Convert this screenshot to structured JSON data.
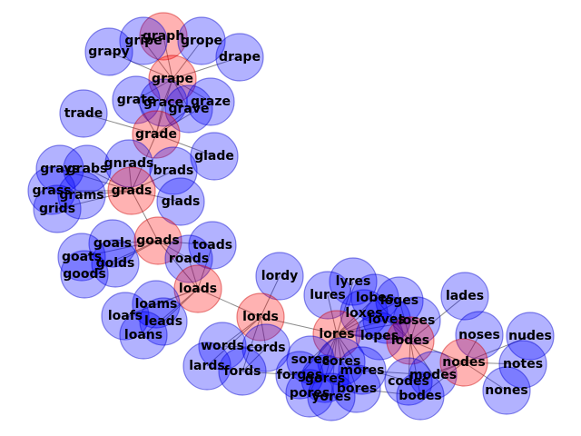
{
  "colors": {
    "path_node_fill": "#ff0000",
    "path_node_stroke": "#cc0000",
    "other_node_fill": "#0000ff",
    "other_node_stroke": "#0000cc",
    "node_opacity": 0.3,
    "edge": "#8c8c8c",
    "background": "#ffffff"
  },
  "nodes": [
    {
      "id": "graph",
      "label": "graph",
      "path": true
    },
    {
      "id": "gripe",
      "label": "gripe",
      "path": false
    },
    {
      "id": "grope",
      "label": "grope",
      "path": false
    },
    {
      "id": "grapy",
      "label": "grapy",
      "path": false
    },
    {
      "id": "drape",
      "label": "drape",
      "path": false
    },
    {
      "id": "grape",
      "label": "grape",
      "path": true
    },
    {
      "id": "grate",
      "label": "grate",
      "path": false
    },
    {
      "id": "grace",
      "label": "grace",
      "path": false
    },
    {
      "id": "graze",
      "label": "graze",
      "path": false
    },
    {
      "id": "grave",
      "label": "grave",
      "path": false
    },
    {
      "id": "trade",
      "label": "trade",
      "path": false
    },
    {
      "id": "grade",
      "label": "grade",
      "path": true
    },
    {
      "id": "glade",
      "label": "glade",
      "path": false
    },
    {
      "id": "brads",
      "label": "brads",
      "path": false
    },
    {
      "id": "grays",
      "label": "grays",
      "path": false
    },
    {
      "id": "grabs",
      "label": "grabs",
      "path": false
    },
    {
      "id": "gnrads",
      "label": "gnrads",
      "path": false
    },
    {
      "id": "grass",
      "label": "grass",
      "path": false
    },
    {
      "id": "grams",
      "label": "grams",
      "path": false
    },
    {
      "id": "grads",
      "label": "grads",
      "path": true
    },
    {
      "id": "grids",
      "label": "grids",
      "path": false
    },
    {
      "id": "glads",
      "label": "glads",
      "path": false
    },
    {
      "id": "goals",
      "label": "goals",
      "path": false
    },
    {
      "id": "goads",
      "label": "goads",
      "path": true
    },
    {
      "id": "toads",
      "label": "toads",
      "path": false
    },
    {
      "id": "goats",
      "label": "goats",
      "path": false
    },
    {
      "id": "golds",
      "label": "golds",
      "path": false
    },
    {
      "id": "roads",
      "label": "roads",
      "path": false
    },
    {
      "id": "goods",
      "label": "goods",
      "path": false
    },
    {
      "id": "loads",
      "label": "loads",
      "path": true
    },
    {
      "id": "lordy",
      "label": "lordy",
      "path": false
    },
    {
      "id": "loams",
      "label": "loams",
      "path": false
    },
    {
      "id": "loafs",
      "label": "loafs",
      "path": false
    },
    {
      "id": "leads",
      "label": "leads",
      "path": false
    },
    {
      "id": "loans",
      "label": "loans",
      "path": false
    },
    {
      "id": "lords",
      "label": "lords",
      "path": true
    },
    {
      "id": "words",
      "label": "words",
      "path": false
    },
    {
      "id": "cords",
      "label": "cords",
      "path": false
    },
    {
      "id": "lards",
      "label": "lards",
      "path": false
    },
    {
      "id": "fords",
      "label": "fords",
      "path": false
    },
    {
      "id": "lyres",
      "label": "lyres",
      "path": false
    },
    {
      "id": "lures",
      "label": "lures",
      "path": false
    },
    {
      "id": "lobes",
      "label": "lobes",
      "path": false
    },
    {
      "id": "loges",
      "label": "loges",
      "path": false
    },
    {
      "id": "lades",
      "label": "lades",
      "path": false
    },
    {
      "id": "loxes",
      "label": "loxes",
      "path": false
    },
    {
      "id": "loves",
      "label": "loves",
      "path": false
    },
    {
      "id": "loses",
      "label": "loses",
      "path": false
    },
    {
      "id": "lores",
      "label": "lores",
      "path": true
    },
    {
      "id": "lopes",
      "label": "lopes",
      "path": false
    },
    {
      "id": "lodes",
      "label": "lodes",
      "path": true
    },
    {
      "id": "noses",
      "label": "noses",
      "path": false
    },
    {
      "id": "nudes",
      "label": "nudes",
      "path": false
    },
    {
      "id": "sores",
      "label": "sores",
      "path": false
    },
    {
      "id": "cores",
      "label": "cores",
      "path": false
    },
    {
      "id": "forges",
      "label": "forges",
      "path": false
    },
    {
      "id": "mores",
      "label": "mores",
      "path": false
    },
    {
      "id": "modes",
      "label": "modes",
      "path": false
    },
    {
      "id": "nodes",
      "label": "nodes",
      "path": true
    },
    {
      "id": "notes",
      "label": "notes",
      "path": false
    },
    {
      "id": "gores",
      "label": "gores",
      "path": false
    },
    {
      "id": "pores",
      "label": "pores",
      "path": false
    },
    {
      "id": "bores",
      "label": "bores",
      "path": false
    },
    {
      "id": "codes",
      "label": "codes",
      "path": false
    },
    {
      "id": "yores",
      "label": "yores",
      "path": false
    },
    {
      "id": "bodes",
      "label": "bodes",
      "path": false
    },
    {
      "id": "nones",
      "label": "nones",
      "path": false
    }
  ],
  "edges": [
    [
      "graph",
      "grape"
    ],
    [
      "gripe",
      "grape"
    ],
    [
      "grope",
      "grape"
    ],
    [
      "grapy",
      "grape"
    ],
    [
      "drape",
      "grape"
    ],
    [
      "grape",
      "grate"
    ],
    [
      "grape",
      "grace"
    ],
    [
      "grape",
      "graze"
    ],
    [
      "grape",
      "grave"
    ],
    [
      "grape",
      "grade"
    ],
    [
      "grate",
      "grade"
    ],
    [
      "grace",
      "grade"
    ],
    [
      "graze",
      "grade"
    ],
    [
      "grave",
      "grade"
    ],
    [
      "trade",
      "grade"
    ],
    [
      "glade",
      "grade"
    ],
    [
      "grade",
      "grads"
    ],
    [
      "brads",
      "grads"
    ],
    [
      "gnrads",
      "grads"
    ],
    [
      "grays",
      "grads"
    ],
    [
      "grabs",
      "grads"
    ],
    [
      "grass",
      "grads"
    ],
    [
      "grams",
      "grads"
    ],
    [
      "grids",
      "grads"
    ],
    [
      "glads",
      "grads"
    ],
    [
      "grads",
      "goads"
    ],
    [
      "goals",
      "goads"
    ],
    [
      "toads",
      "goads"
    ],
    [
      "goats",
      "goads"
    ],
    [
      "golds",
      "goads"
    ],
    [
      "roads",
      "goads"
    ],
    [
      "goods",
      "goads"
    ],
    [
      "goads",
      "loads"
    ],
    [
      "loams",
      "loads"
    ],
    [
      "loafs",
      "loads"
    ],
    [
      "leads",
      "loads"
    ],
    [
      "loans",
      "loads"
    ],
    [
      "toads",
      "loads"
    ],
    [
      "roads",
      "loads"
    ],
    [
      "loads",
      "lords"
    ],
    [
      "lordy",
      "lords"
    ],
    [
      "words",
      "lords"
    ],
    [
      "cords",
      "lords"
    ],
    [
      "lards",
      "lords"
    ],
    [
      "fords",
      "lords"
    ],
    [
      "lords",
      "lores"
    ],
    [
      "lyres",
      "lores"
    ],
    [
      "lures",
      "lores"
    ],
    [
      "lobes",
      "lores"
    ],
    [
      "loges",
      "lores"
    ],
    [
      "loxes",
      "lores"
    ],
    [
      "loves",
      "lores"
    ],
    [
      "loses",
      "lores"
    ],
    [
      "lopes",
      "lores"
    ],
    [
      "sores",
      "lores"
    ],
    [
      "cores",
      "lores"
    ],
    [
      "mores",
      "lores"
    ],
    [
      "gores",
      "lores"
    ],
    [
      "pores",
      "lores"
    ],
    [
      "bores",
      "lores"
    ],
    [
      "yores",
      "lores"
    ],
    [
      "forges",
      "lores"
    ],
    [
      "lores",
      "lodes"
    ],
    [
      "lades",
      "lodes"
    ],
    [
      "lobes",
      "lodes"
    ],
    [
      "loges",
      "lodes"
    ],
    [
      "loves",
      "lodes"
    ],
    [
      "loses",
      "lodes"
    ],
    [
      "lopes",
      "lodes"
    ],
    [
      "codes",
      "lodes"
    ],
    [
      "modes",
      "lodes"
    ],
    [
      "bodes",
      "lodes"
    ],
    [
      "lodes",
      "nodes"
    ],
    [
      "noses",
      "nodes"
    ],
    [
      "nudes",
      "nodes"
    ],
    [
      "notes",
      "nodes"
    ],
    [
      "nones",
      "nodes"
    ],
    [
      "modes",
      "nodes"
    ],
    [
      "codes",
      "nodes"
    ],
    [
      "bodes",
      "nodes"
    ],
    [
      "cores",
      "codes"
    ],
    [
      "mores",
      "modes"
    ],
    [
      "bores",
      "bodes"
    ],
    [
      "words",
      "cords"
    ],
    [
      "cords",
      "fords"
    ],
    [
      "fords",
      "forges"
    ]
  ]
}
